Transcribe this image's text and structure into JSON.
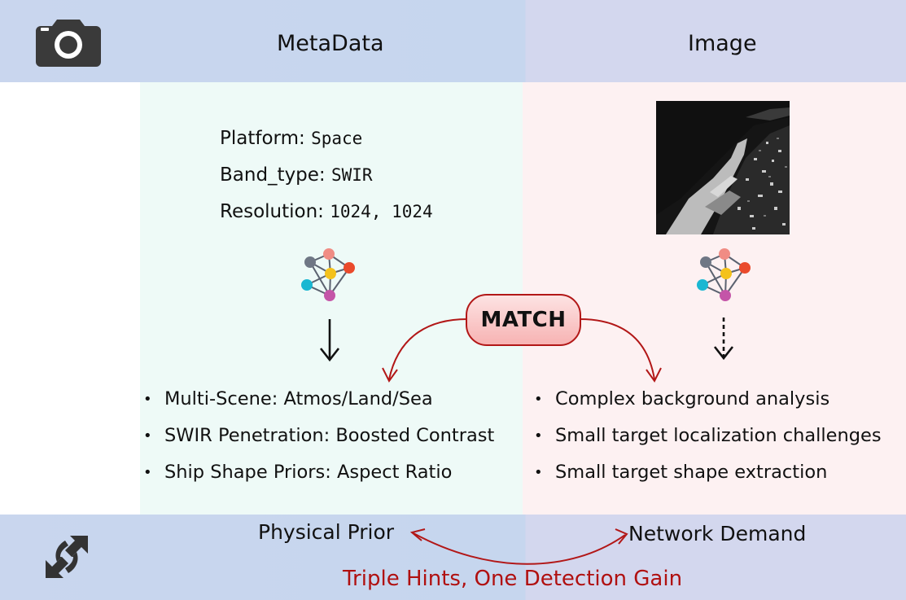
{
  "header": {
    "metadata_title": "MetaData",
    "image_title": "Image"
  },
  "metadata": [
    {
      "key": "Platform:",
      "value": "Space"
    },
    {
      "key": "Band_type:",
      "value": "SWIR"
    },
    {
      "key": "Resolution:",
      "value": "1024, 1024"
    }
  ],
  "center_label": "MATCH",
  "metadata_bullets": [
    "Multi-Scene: Atmos/Land/Sea",
    "SWIR Penetration: Boosted Contrast",
    "Ship Shape Priors: Aspect Ratio"
  ],
  "image_bullets": [
    "Complex background analysis",
    "Small target localization challenges",
    "Small target shape extraction"
  ],
  "bottom": {
    "left_label": "Physical Prior",
    "right_label": "Network Demand",
    "tagline": "Triple Hints, One Detection Gain"
  },
  "colors": {
    "band_left": "#c6d6ee",
    "band_right": "#d3d7ee",
    "panel_left": "#eefaf7",
    "panel_right": "#fdf1f2",
    "arrow_red": "#b21717",
    "node_gray": "#6f7785",
    "node_pink": "#f08c84",
    "node_red": "#ea4a2c",
    "node_yellow": "#f4c21c",
    "node_cyan": "#1ab7d2",
    "node_magenta": "#c455a8"
  },
  "icons": [
    "camera-icon",
    "network-graph-icon",
    "sync-arrows-icon",
    "satellite-image"
  ]
}
